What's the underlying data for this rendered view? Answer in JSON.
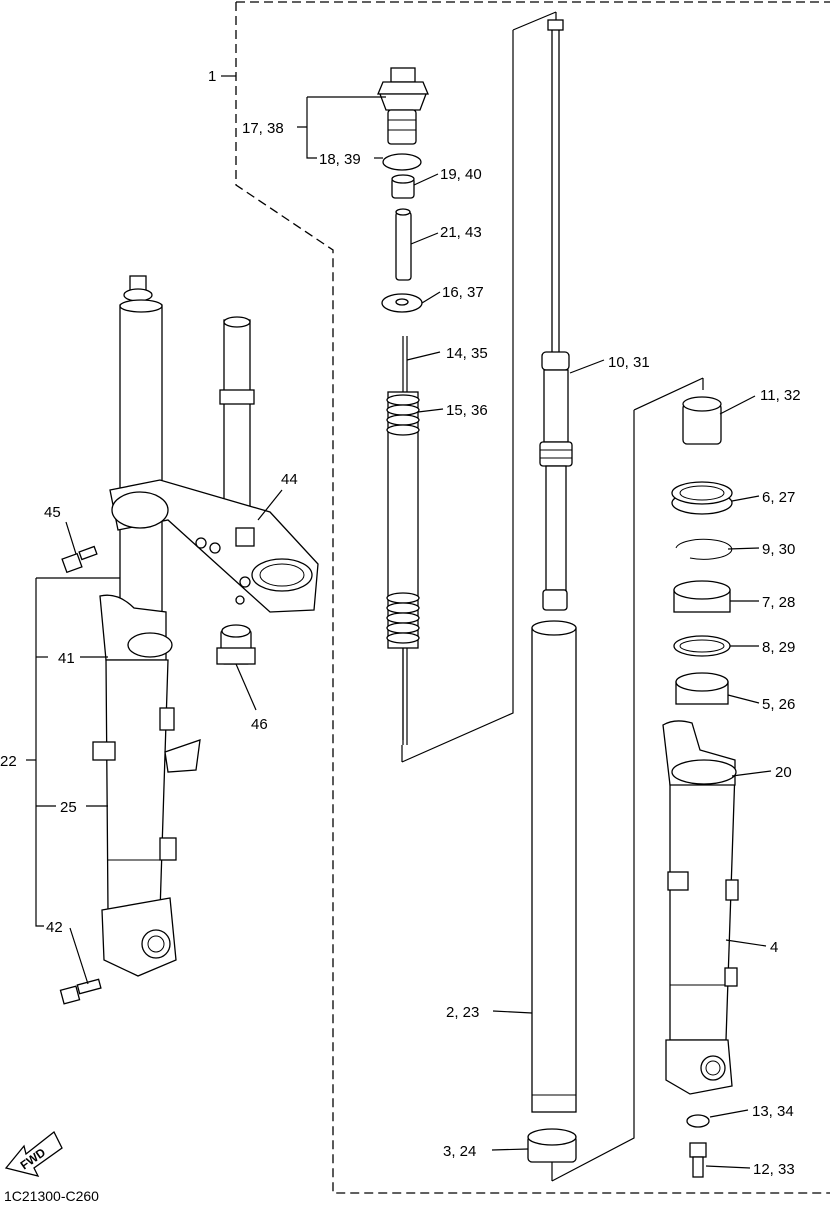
{
  "diagram": {
    "code": "1C21300-C260",
    "fwd_label": "FWD",
    "labels": {
      "l1": "1",
      "l17_38": "17, 38",
      "l18_39": "18, 39",
      "l19_40": "19, 40",
      "l21_43": "21, 43",
      "l16_37": "16, 37",
      "l14_35": "14, 35",
      "l15_36": "15, 36",
      "l10_31": "10, 31",
      "l11_32": "11, 32",
      "l6_27": "6, 27",
      "l9_30": "9, 30",
      "l7_28": "7, 28",
      "l8_29": "8, 29",
      "l5_26": "5, 26",
      "l20": "20",
      "l4": "4",
      "l2_23": "2, 23",
      "l3_24": "3, 24",
      "l13_34": "13, 34",
      "l12_33": "12, 33",
      "l44": "44",
      "l45": "45",
      "l46": "46",
      "l41": "41",
      "l22": "22",
      "l25": "25",
      "l42": "42"
    }
  }
}
